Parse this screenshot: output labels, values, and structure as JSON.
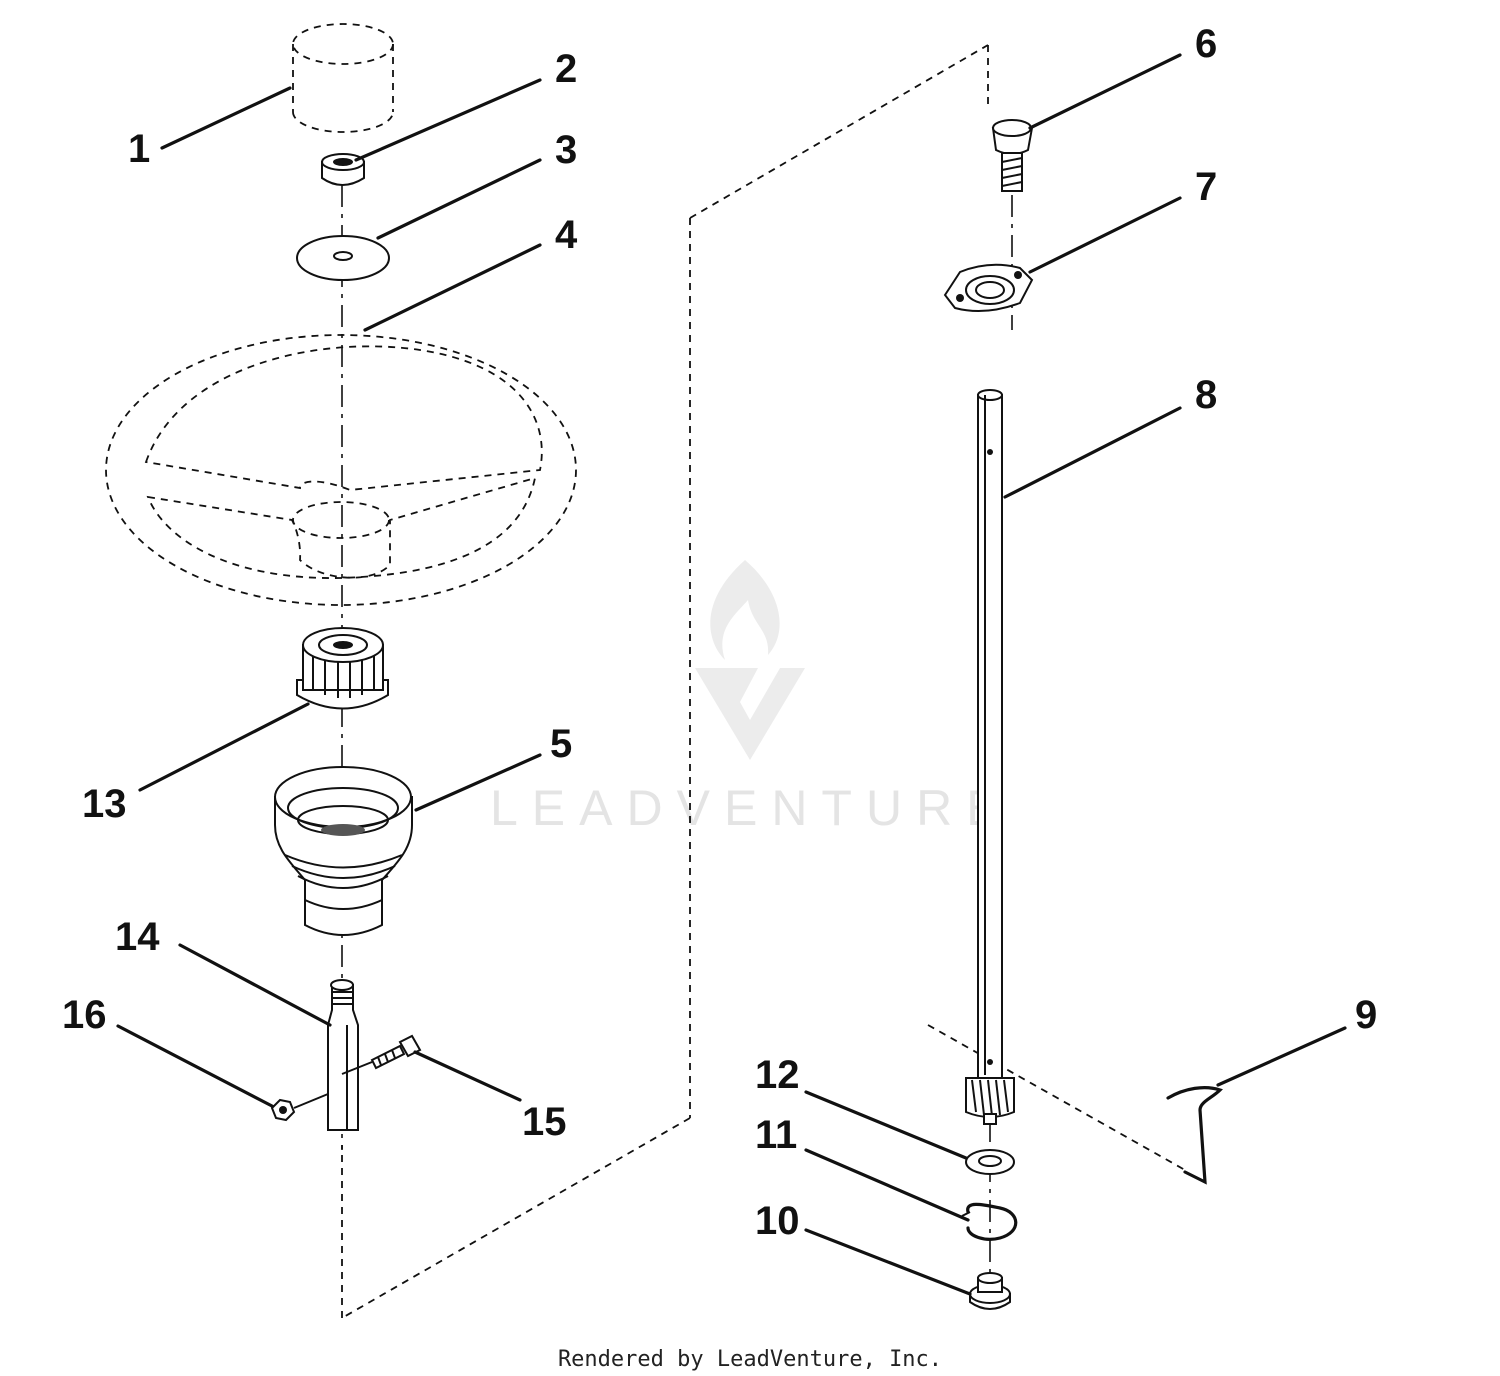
{
  "diagram": {
    "callouts": [
      {
        "id": "c1",
        "text": "1"
      },
      {
        "id": "c2",
        "text": "2"
      },
      {
        "id": "c3",
        "text": "3"
      },
      {
        "id": "c4",
        "text": "4"
      },
      {
        "id": "c5",
        "text": "5"
      },
      {
        "id": "c6",
        "text": "6"
      },
      {
        "id": "c7",
        "text": "7"
      },
      {
        "id": "c8",
        "text": "8"
      },
      {
        "id": "c9",
        "text": "9"
      },
      {
        "id": "c10",
        "text": "10"
      },
      {
        "id": "c11",
        "text": "11"
      },
      {
        "id": "c12",
        "text": "12"
      },
      {
        "id": "c13",
        "text": "13"
      },
      {
        "id": "c14",
        "text": "14"
      },
      {
        "id": "c15",
        "text": "15"
      },
      {
        "id": "c16",
        "text": "16"
      }
    ],
    "watermark_text": "LEADVENTURE",
    "footer_text": "Rendered by LeadVenture, Inc."
  },
  "colors": {
    "ink": "#111111",
    "watermark": "#e4e4e4",
    "background": "#ffffff"
  }
}
